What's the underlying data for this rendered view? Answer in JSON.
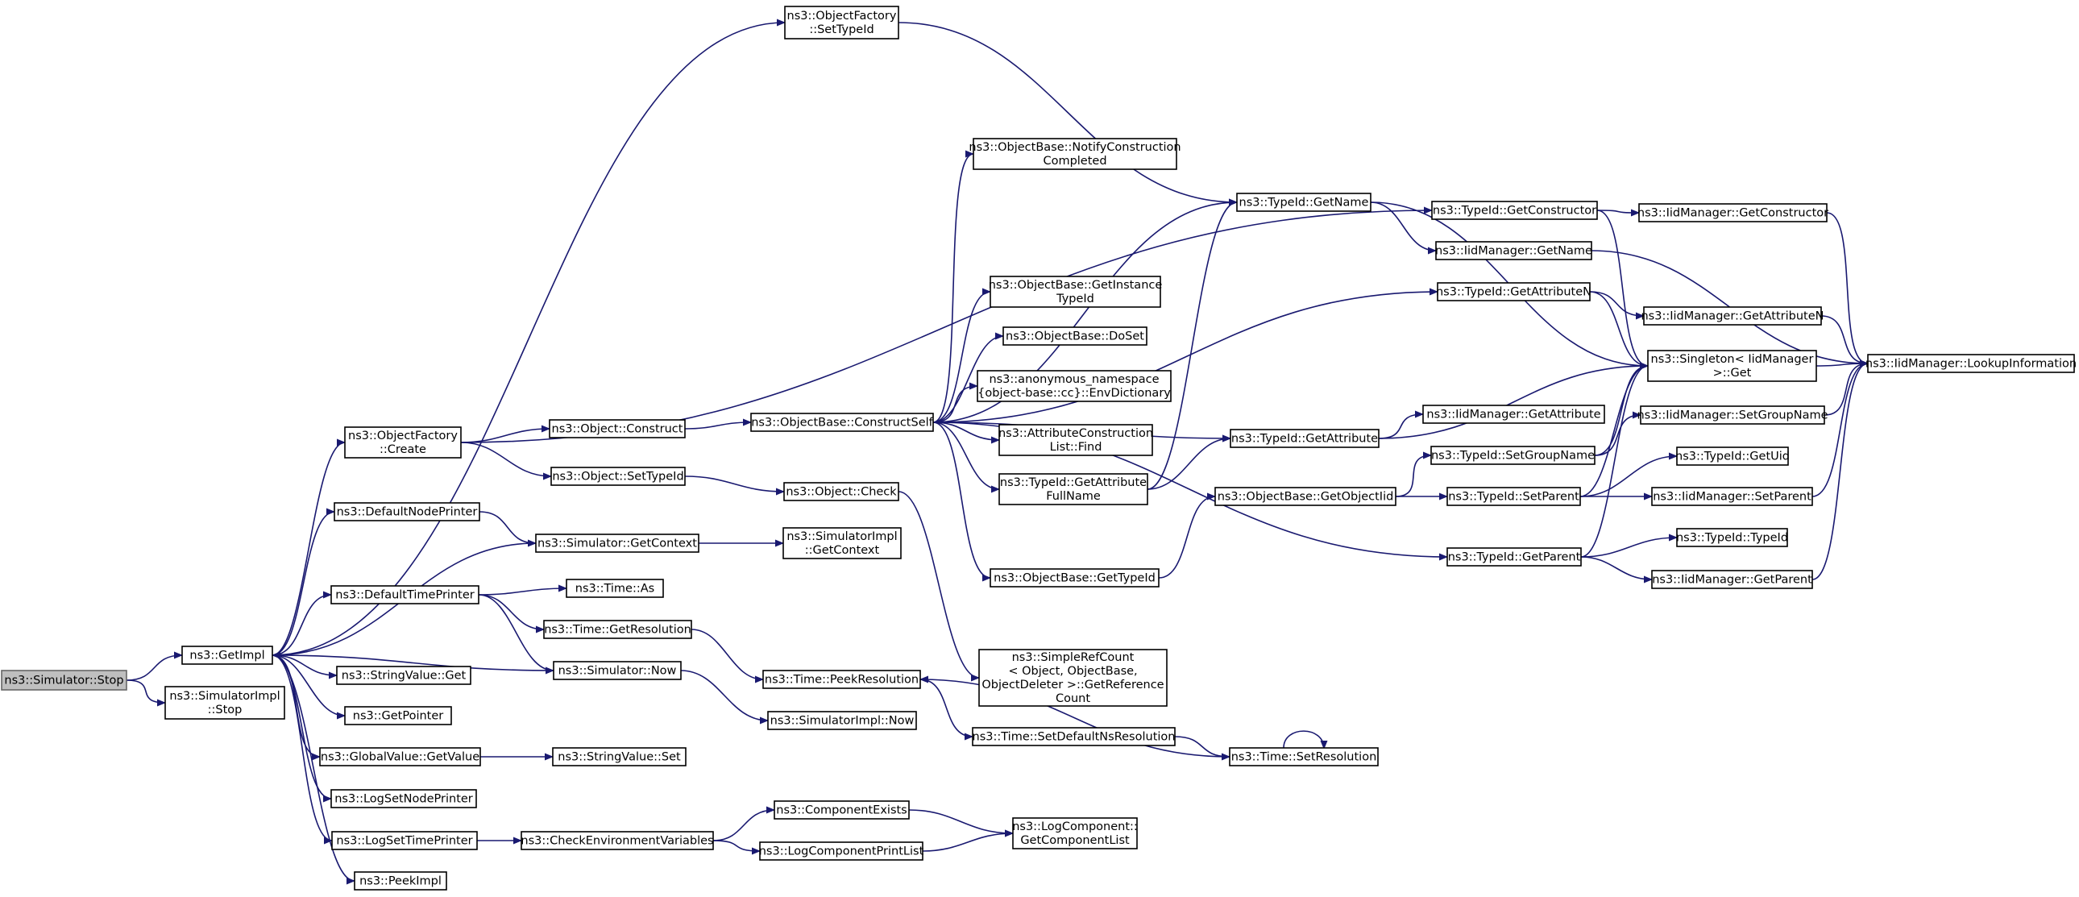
{
  "graph": {
    "edge_color": "#191970",
    "root_fill": "#bfbfbf",
    "nodes": [
      {
        "id": "stop",
        "lines": [
          "ns3::Simulator::Stop"
        ],
        "root": true
      },
      {
        "id": "getimpl",
        "lines": [
          "ns3::GetImpl"
        ]
      },
      {
        "id": "simimpl_stop",
        "lines": [
          "ns3::SimulatorImpl",
          "::Stop"
        ]
      },
      {
        "id": "of_create",
        "lines": [
          "ns3::ObjectFactory",
          "::Create"
        ]
      },
      {
        "id": "default_node_printer",
        "lines": [
          "ns3::DefaultNodePrinter"
        ]
      },
      {
        "id": "default_time_printer",
        "lines": [
          "ns3::DefaultTimePrinter"
        ]
      },
      {
        "id": "stringvalue_get",
        "lines": [
          "ns3::StringValue::Get"
        ]
      },
      {
        "id": "getpointer",
        "lines": [
          "ns3::GetPointer"
        ]
      },
      {
        "id": "globalvalue_getvalue",
        "lines": [
          "ns3::GlobalValue::GetValue"
        ]
      },
      {
        "id": "logsetnodeprinter",
        "lines": [
          "ns3::LogSetNodePrinter"
        ]
      },
      {
        "id": "logsettimeprinter",
        "lines": [
          "ns3::LogSetTimePrinter"
        ]
      },
      {
        "id": "peekimpl",
        "lines": [
          "ns3::PeekImpl"
        ]
      },
      {
        "id": "of_settypeid",
        "lines": [
          "ns3::ObjectFactory",
          "::SetTypeId"
        ]
      },
      {
        "id": "object_construct",
        "lines": [
          "ns3::Object::Construct"
        ]
      },
      {
        "id": "object_settypeid",
        "lines": [
          "ns3::Object::SetTypeId"
        ]
      },
      {
        "id": "sim_getcontext",
        "lines": [
          "ns3::Simulator::GetContext"
        ]
      },
      {
        "id": "time_as",
        "lines": [
          "ns3::Time::As"
        ]
      },
      {
        "id": "time_getresolution",
        "lines": [
          "ns3::Time::GetResolution"
        ]
      },
      {
        "id": "sim_now",
        "lines": [
          "ns3::Simulator::Now"
        ]
      },
      {
        "id": "stringvalue_set",
        "lines": [
          "ns3::StringValue::Set"
        ]
      },
      {
        "id": "checkenv",
        "lines": [
          "ns3::CheckEnvironmentVariables"
        ]
      },
      {
        "id": "ob_constructself",
        "lines": [
          "ns3::ObjectBase::ConstructSelf"
        ]
      },
      {
        "id": "object_check",
        "lines": [
          "ns3::Object::Check"
        ]
      },
      {
        "id": "simimpl_getcontext",
        "lines": [
          "ns3::SimulatorImpl",
          "::GetContext"
        ]
      },
      {
        "id": "time_peekresolution",
        "lines": [
          "ns3::Time::PeekResolution"
        ]
      },
      {
        "id": "simimpl_now",
        "lines": [
          "ns3::SimulatorImpl::Now"
        ]
      },
      {
        "id": "componentexists",
        "lines": [
          "ns3::ComponentExists"
        ]
      },
      {
        "id": "logcomponentprintlist",
        "lines": [
          "ns3::LogComponentPrintList"
        ]
      },
      {
        "id": "ob_notifyconstruction",
        "lines": [
          "ns3::ObjectBase::NotifyConstruction",
          "Completed"
        ]
      },
      {
        "id": "ob_getinstancetypeid",
        "lines": [
          "ns3::ObjectBase::GetInstance",
          "TypeId"
        ]
      },
      {
        "id": "ob_doset",
        "lines": [
          "ns3::ObjectBase::DoSet"
        ]
      },
      {
        "id": "envdictionary",
        "lines": [
          "ns3::anonymous_namespace",
          "{object-base::cc}::EnvDictionary"
        ]
      },
      {
        "id": "attrconstructionlist_find",
        "lines": [
          "ns3::AttributeConstruction",
          "List::Find"
        ]
      },
      {
        "id": "typeid_getattributefullname",
        "lines": [
          "ns3::TypeId::GetAttribute",
          "FullName"
        ]
      },
      {
        "id": "ob_gettypeid",
        "lines": [
          "ns3::ObjectBase::GetTypeId"
        ]
      },
      {
        "id": "simplerefcount_getreferencecount",
        "lines": [
          "ns3::SimpleRefCount",
          "< Object, ObjectBase,",
          " ObjectDeleter >::GetReference",
          "Count"
        ]
      },
      {
        "id": "time_setdefaultnsresolution",
        "lines": [
          "ns3::Time::SetDefaultNsResolution"
        ]
      },
      {
        "id": "time_setresolution",
        "lines": [
          "ns3::Time::SetResolution"
        ]
      },
      {
        "id": "logcomponent_getcomponentlist",
        "lines": [
          "ns3::LogComponent::",
          "GetComponentList"
        ]
      },
      {
        "id": "typeid_getname",
        "lines": [
          "ns3::TypeId::GetName"
        ]
      },
      {
        "id": "typeid_getattribute",
        "lines": [
          "ns3::TypeId::GetAttribute"
        ]
      },
      {
        "id": "ob_getobjectiid",
        "lines": [
          "ns3::ObjectBase::GetObjectIid"
        ]
      },
      {
        "id": "typeid_getconstructor",
        "lines": [
          "ns3::TypeId::GetConstructor"
        ]
      },
      {
        "id": "iidmgr_getname",
        "lines": [
          "ns3::IidManager::GetName"
        ]
      },
      {
        "id": "typeid_getattributen",
        "lines": [
          "ns3::TypeId::GetAttributeN"
        ]
      },
      {
        "id": "iidmgr_getattribute",
        "lines": [
          "ns3::IidManager::GetAttribute"
        ]
      },
      {
        "id": "typeid_setgroupname",
        "lines": [
          "ns3::TypeId::SetGroupName"
        ]
      },
      {
        "id": "typeid_setparent",
        "lines": [
          "ns3::TypeId::SetParent"
        ]
      },
      {
        "id": "typeid_getparent",
        "lines": [
          "ns3::TypeId::GetParent"
        ]
      },
      {
        "id": "iidmgr_getconstructor",
        "lines": [
          "ns3::IidManager::GetConstructor"
        ]
      },
      {
        "id": "iidmgr_getattributen",
        "lines": [
          "ns3::IidManager::GetAttributeN"
        ]
      },
      {
        "id": "singleton_get",
        "lines": [
          "ns3::Singleton< IidManager",
          " >::Get"
        ]
      },
      {
        "id": "iidmgr_setgroupname",
        "lines": [
          "ns3::IidManager::SetGroupName"
        ]
      },
      {
        "id": "typeid_getuid",
        "lines": [
          "ns3::TypeId::GetUid"
        ]
      },
      {
        "id": "iidmgr_setparent",
        "lines": [
          "ns3::IidManager::SetParent"
        ]
      },
      {
        "id": "typeid_typeid",
        "lines": [
          "ns3::TypeId::TypeId"
        ]
      },
      {
        "id": "iidmgr_getparent",
        "lines": [
          "ns3::IidManager::GetParent"
        ]
      },
      {
        "id": "iidmgr_lookupinformation",
        "lines": [
          "ns3::IidManager::LookupInformation"
        ]
      }
    ],
    "edges": [
      [
        "stop",
        "getimpl"
      ],
      [
        "stop",
        "simimpl_stop"
      ],
      [
        "getimpl",
        "of_create"
      ],
      [
        "getimpl",
        "default_node_printer"
      ],
      [
        "getimpl",
        "default_time_printer"
      ],
      [
        "getimpl",
        "stringvalue_get"
      ],
      [
        "getimpl",
        "getpointer"
      ],
      [
        "getimpl",
        "globalvalue_getvalue"
      ],
      [
        "getimpl",
        "logsetnodeprinter"
      ],
      [
        "getimpl",
        "logsettimeprinter"
      ],
      [
        "getimpl",
        "peekimpl"
      ],
      [
        "getimpl",
        "of_settypeid"
      ],
      [
        "of_create",
        "object_construct"
      ],
      [
        "of_create",
        "object_settypeid"
      ],
      [
        "of_create",
        "typeid_getconstructor"
      ],
      [
        "default_node_printer",
        "sim_getcontext"
      ],
      [
        "default_time_printer",
        "time_as"
      ],
      [
        "default_time_printer",
        "time_getresolution"
      ],
      [
        "default_time_printer",
        "sim_now"
      ],
      [
        "sim_getcontext",
        "getimpl"
      ],
      [
        "sim_getcontext",
        "simimpl_getcontext"
      ],
      [
        "sim_now",
        "getimpl"
      ],
      [
        "sim_now",
        "simimpl_now"
      ],
      [
        "globalvalue_getvalue",
        "stringvalue_set"
      ],
      [
        "logsettimeprinter",
        "checkenv"
      ],
      [
        "checkenv",
        "componentexists"
      ],
      [
        "checkenv",
        "logcomponentprintlist"
      ],
      [
        "componentexists",
        "logcomponent_getcomponentlist"
      ],
      [
        "logcomponentprintlist",
        "logcomponent_getcomponentlist"
      ],
      [
        "of_settypeid",
        "typeid_getname"
      ],
      [
        "object_construct",
        "ob_constructself"
      ],
      [
        "object_settypeid",
        "object_check"
      ],
      [
        "object_check",
        "simplerefcount_getreferencecount"
      ],
      [
        "time_getresolution",
        "time_peekresolution"
      ],
      [
        "time_peekresolution",
        "time_setdefaultnsresolution"
      ],
      [
        "time_setdefaultnsresolution",
        "time_setresolution"
      ],
      [
        "time_setresolution",
        "time_peekresolution"
      ],
      [
        "time_setresolution",
        "time_setresolution"
      ],
      [
        "ob_constructself",
        "ob_notifyconstruction"
      ],
      [
        "ob_constructself",
        "typeid_getname"
      ],
      [
        "ob_constructself",
        "typeid_getattributen"
      ],
      [
        "ob_constructself",
        "ob_getinstancetypeid"
      ],
      [
        "ob_constructself",
        "ob_doset"
      ],
      [
        "ob_constructself",
        "envdictionary"
      ],
      [
        "ob_constructself",
        "attrconstructionlist_find"
      ],
      [
        "ob_constructself",
        "typeid_getattributefullname"
      ],
      [
        "ob_constructself",
        "typeid_getattribute"
      ],
      [
        "ob_constructself",
        "ob_gettypeid"
      ],
      [
        "ob_constructself",
        "typeid_getparent"
      ],
      [
        "typeid_getattributefullname",
        "typeid_getname"
      ],
      [
        "typeid_getattributefullname",
        "typeid_getattribute"
      ],
      [
        "ob_gettypeid",
        "ob_getobjectiid"
      ],
      [
        "ob_getobjectiid",
        "typeid_setgroupname"
      ],
      [
        "ob_getobjectiid",
        "typeid_setparent"
      ],
      [
        "typeid_getname",
        "iidmgr_getname"
      ],
      [
        "typeid_getname",
        "singleton_get"
      ],
      [
        "typeid_getconstructor",
        "iidmgr_getconstructor"
      ],
      [
        "typeid_getconstructor",
        "singleton_get"
      ],
      [
        "typeid_getattributen",
        "iidmgr_getattributen"
      ],
      [
        "typeid_getattributen",
        "singleton_get"
      ],
      [
        "typeid_getattribute",
        "iidmgr_getattribute"
      ],
      [
        "typeid_getattribute",
        "singleton_get"
      ],
      [
        "typeid_setgroupname",
        "iidmgr_setgroupname"
      ],
      [
        "typeid_setgroupname",
        "singleton_get"
      ],
      [
        "typeid_setparent",
        "typeid_getuid"
      ],
      [
        "typeid_setparent",
        "iidmgr_setparent"
      ],
      [
        "typeid_setparent",
        "singleton_get"
      ],
      [
        "typeid_getparent",
        "typeid_typeid"
      ],
      [
        "typeid_getparent",
        "iidmgr_getparent"
      ],
      [
        "typeid_getparent",
        "singleton_get"
      ],
      [
        "iidmgr_getname",
        "iidmgr_lookupinformation"
      ],
      [
        "iidmgr_getconstructor",
        "iidmgr_lookupinformation"
      ],
      [
        "iidmgr_getattributen",
        "iidmgr_lookupinformation"
      ],
      [
        "iidmgr_setgroupname",
        "iidmgr_lookupinformation"
      ],
      [
        "iidmgr_setparent",
        "iidmgr_lookupinformation"
      ],
      [
        "iidmgr_getparent",
        "iidmgr_lookupinformation"
      ],
      [
        "singleton_get",
        "iidmgr_lookupinformation"
      ]
    ]
  }
}
